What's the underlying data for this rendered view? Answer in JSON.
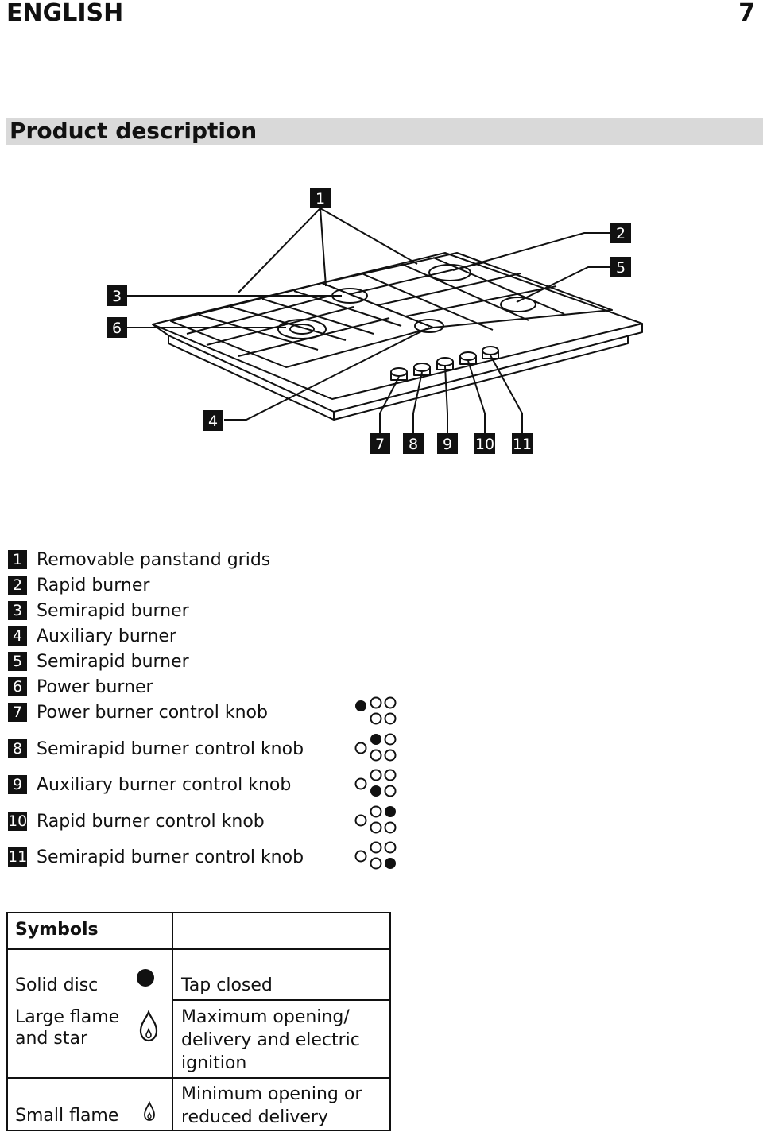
{
  "header": {
    "language": "ENGLISH",
    "page_number": "7"
  },
  "section": {
    "title": "Product description"
  },
  "figure": {
    "callouts": [
      "1",
      "2",
      "3",
      "4",
      "5",
      "6",
      "7",
      "8",
      "9",
      "10",
      "11"
    ]
  },
  "legend": [
    {
      "number": "1",
      "label": "Removable panstand grids"
    },
    {
      "number": "2",
      "label": "Rapid burner"
    },
    {
      "number": "3",
      "label": "Semirapid burner"
    },
    {
      "number": "4",
      "label": "Auxiliary burner"
    },
    {
      "number": "5",
      "label": "Semirapid burner"
    },
    {
      "number": "6",
      "label": "Power burner"
    },
    {
      "number": "7",
      "label": "Power burner control knob",
      "burner_position": "left"
    },
    {
      "number": "8",
      "label": "Semirapid burner control knob",
      "burner_position": "top-middle"
    },
    {
      "number": "9",
      "label": "Auxiliary burner control knob",
      "burner_position": "bottom-middle"
    },
    {
      "number": "10",
      "label": "Rapid burner control knob",
      "burner_position": "top-right"
    },
    {
      "number": "11",
      "label": "Semirapid burner control knob",
      "burner_position": "bottom-right"
    }
  ],
  "symbols": {
    "heading": "Symbols",
    "rows": [
      {
        "name": "Solid disc",
        "icon": "solid-disc-icon",
        "meaning": "Tap closed"
      },
      {
        "name_lines": [
          "Large flame",
          "and star"
        ],
        "icon": "large-flame-icon",
        "meaning_lines": [
          "Maximum opening/",
          "delivery and electric",
          "ignition"
        ]
      },
      {
        "name": "Small flame",
        "icon": "small-flame-icon",
        "meaning_lines": [
          "Minimum opening or",
          "reduced delivery"
        ]
      }
    ]
  }
}
